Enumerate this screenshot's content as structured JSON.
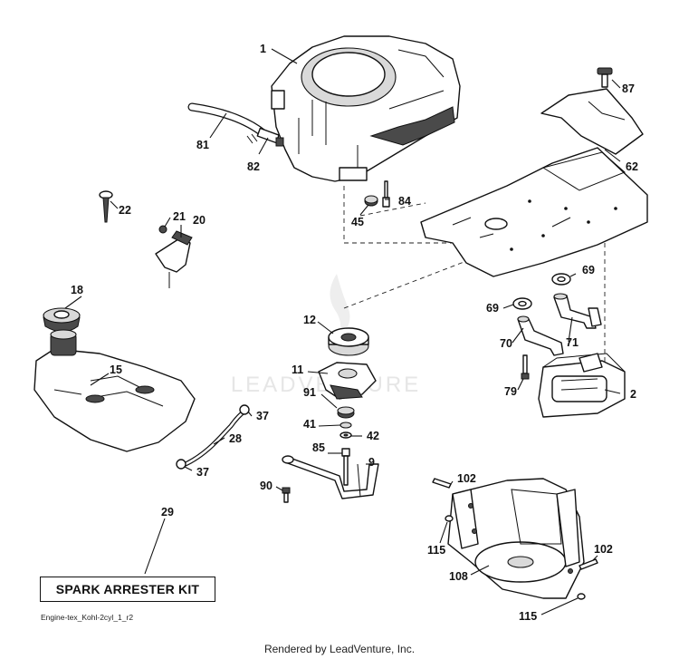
{
  "kit_label": "SPARK ARRESTER KIT",
  "doc_code": "Engine-tex_Kohl-2cyl_1_r2",
  "footer": "Rendered by LeadVenture, Inc.",
  "watermark_text": "LEADVENTURE",
  "callouts": [
    "1",
    "81",
    "82",
    "84",
    "45",
    "87",
    "62",
    "22",
    "21",
    "20",
    "18",
    "15",
    "12",
    "11",
    "91",
    "41",
    "42",
    "85",
    "9",
    "37",
    "28",
    "37",
    "90",
    "69",
    "69",
    "70",
    "71",
    "79",
    "2",
    "29",
    "102",
    "102",
    "115",
    "108",
    "115"
  ]
}
